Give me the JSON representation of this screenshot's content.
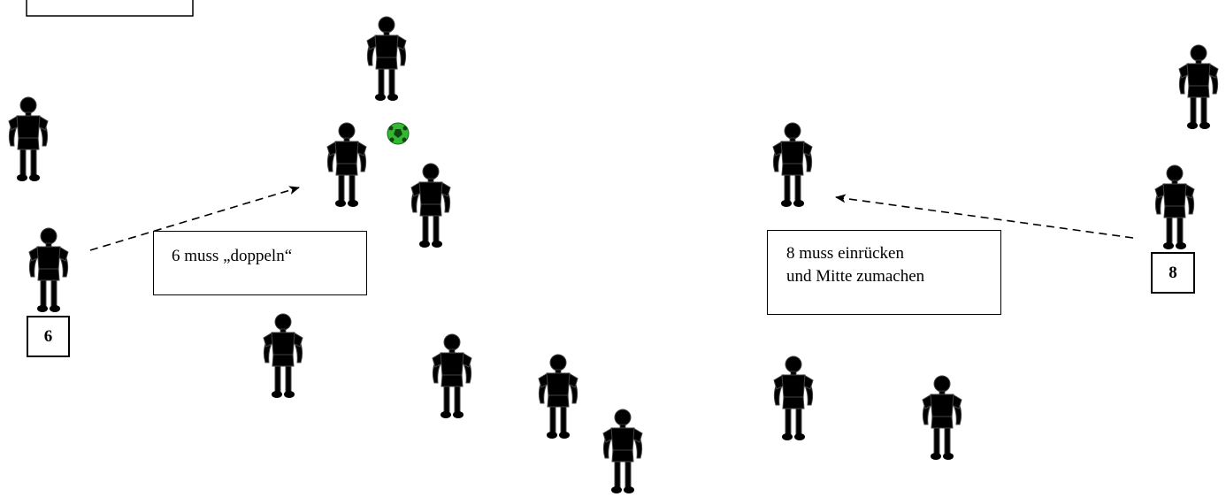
{
  "labels": {
    "top_left_box": "",
    "callout_6": "6 muss „doppeln“",
    "callout_8_line1": "8 muss einrücken",
    "callout_8_line2": "und Mitte zumachen",
    "number_6": "6",
    "number_8": "8"
  },
  "colors": {
    "red_team_shirt": "#ff0000",
    "blue_team_shirt": "#7070d0",
    "blue_team_shorts": "#ffff99",
    "ghost_shirt": "#b8b8ee",
    "skin": "#fde0bf",
    "ball": "#33b833"
  },
  "players": [
    {
      "team": "red"
    },
    {
      "team": "red"
    },
    {
      "team": "red"
    },
    {
      "team": "red"
    },
    {
      "team": "red"
    },
    {
      "team": "ghost"
    },
    {
      "team": "ghost"
    },
    {
      "team": "blue",
      "number": "6"
    },
    {
      "team": "blue"
    },
    {
      "team": "blue"
    },
    {
      "team": "blue"
    },
    {
      "team": "blue"
    },
    {
      "team": "blue"
    },
    {
      "team": "blue",
      "number": "8"
    }
  ],
  "ball": "soccer-ball-icon"
}
